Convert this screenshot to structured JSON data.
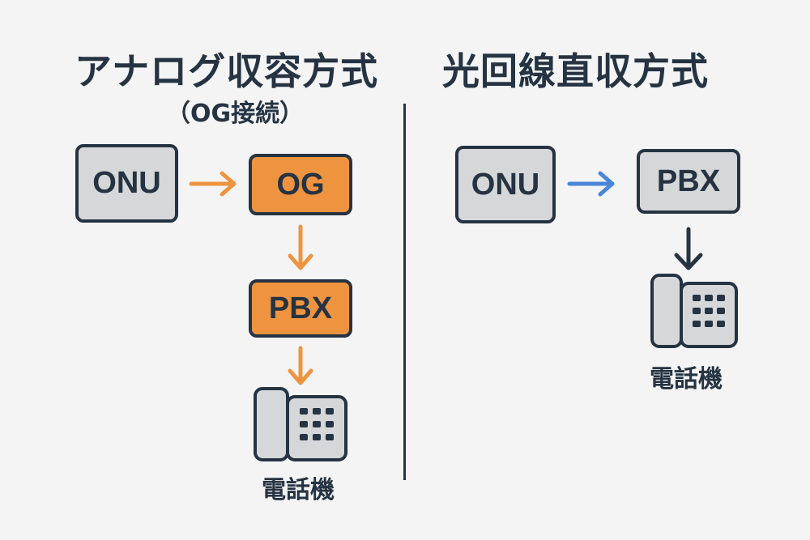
{
  "left": {
    "title": "アナログ収容方式",
    "subtitle": "（OG接続）",
    "onu": "ONU",
    "og": "OG",
    "pbx": "PBX",
    "phone_label": "電話機"
  },
  "right": {
    "title": "光回線直収方式",
    "onu": "ONU",
    "pbx": "PBX",
    "phone_label": "電話機"
  },
  "colors": {
    "dark": "#253342",
    "orange": "#ee9440",
    "gray": "#d5d7d9",
    "blue": "#4a86d8",
    "background": "#f4f4f5"
  },
  "icons": [
    "arrow-right-icon",
    "arrow-down-icon",
    "telephone-icon"
  ]
}
